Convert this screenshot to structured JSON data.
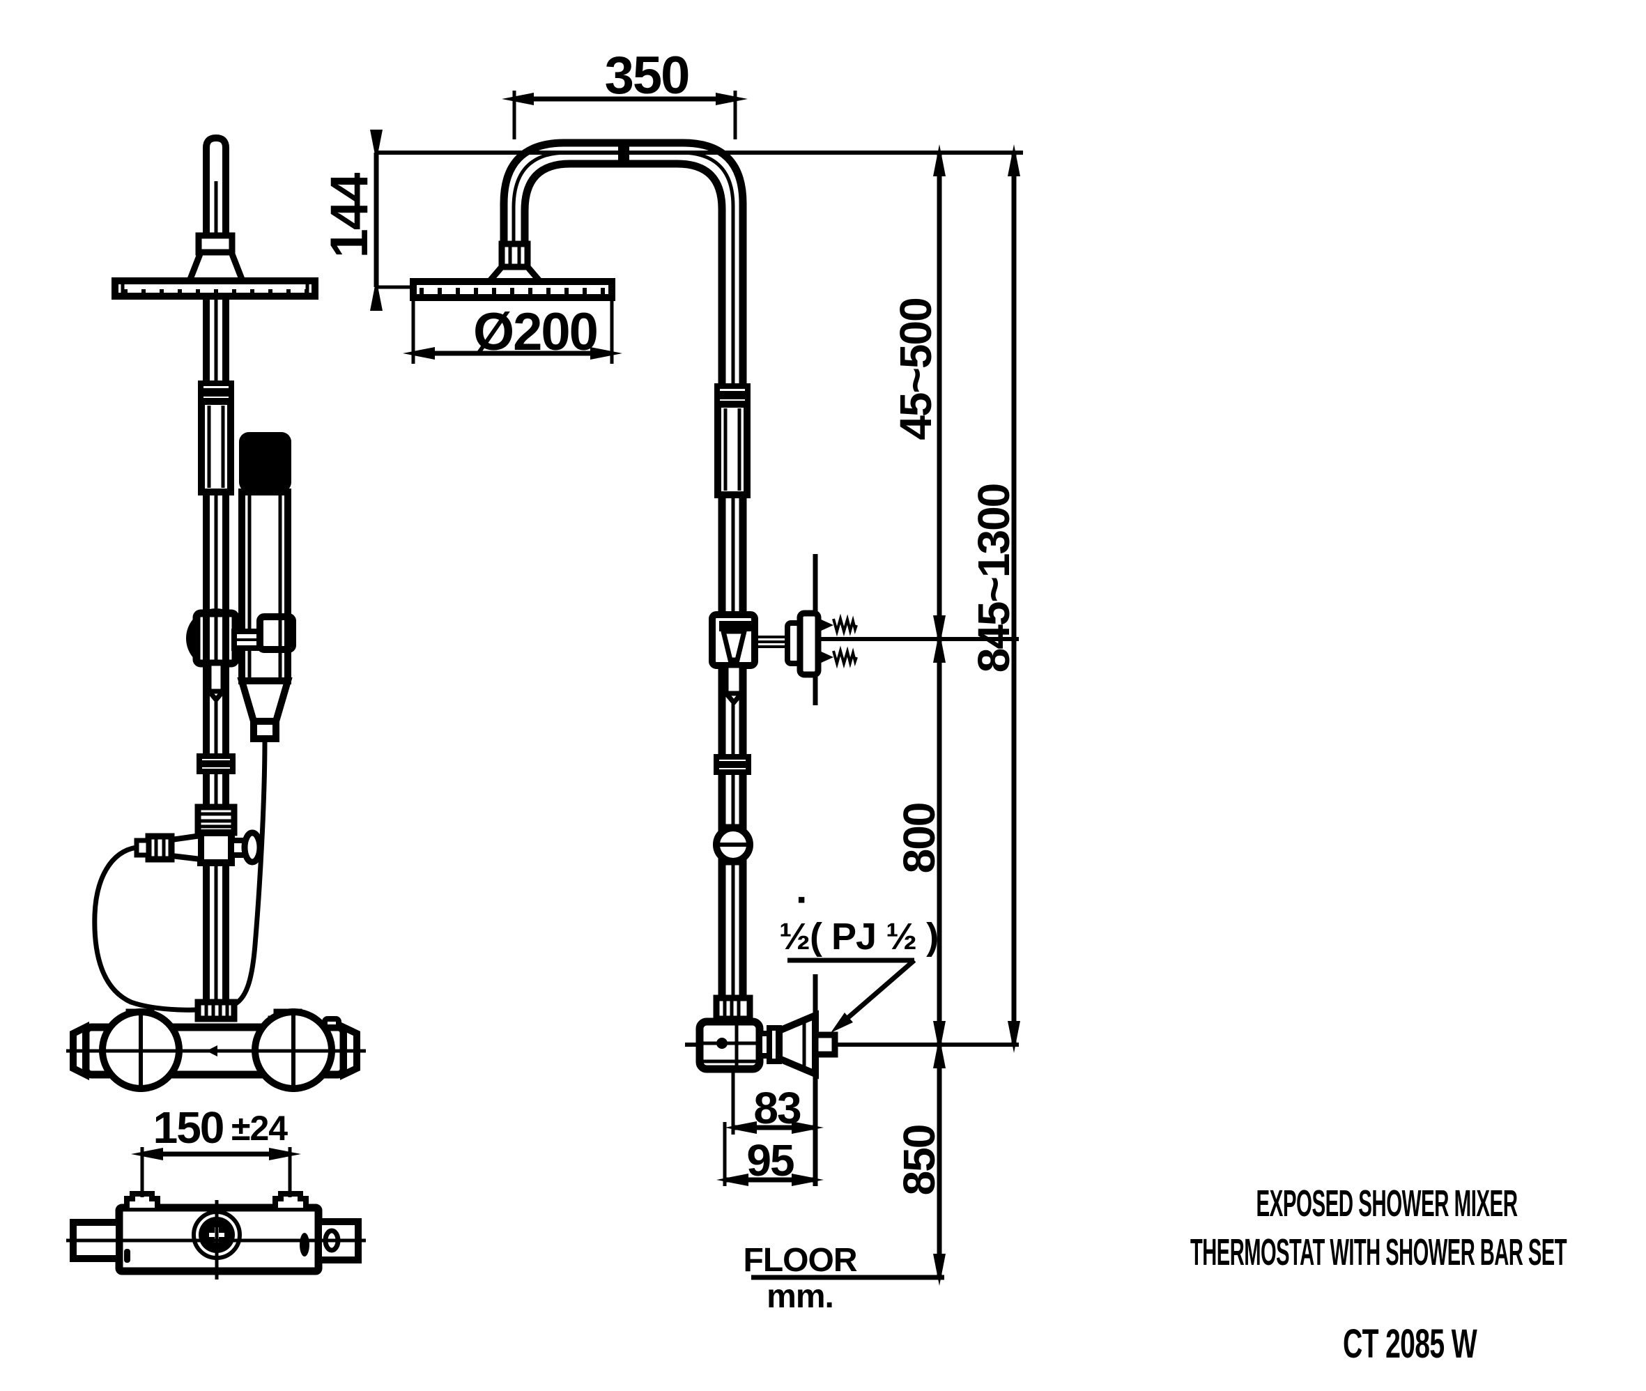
{
  "drawing": {
    "kind": "shower-set-installation-diagram",
    "product": {
      "title_line1": "EXPOSED SHOWER MIXER",
      "title_line2": "THERMOSTAT WITH SHOWER BAR SET",
      "model": "CT 2085 W"
    },
    "dimensions": {
      "arm_width": "350",
      "head_drop": "144",
      "head_diameter": "Ø200",
      "upper_adjust_range": "45~500",
      "overall_height_range": "845~1300",
      "bar_length": "800",
      "wall_to_axis": "83",
      "wall_to_face": "95",
      "mixer_height": "850",
      "inlet_spacing": "150",
      "inlet_tolerance": "±24",
      "thread_spec": "½( PJ ½ )",
      "inch_mark": "▪"
    },
    "labels": {
      "floor": "FLOOR",
      "units": "mm."
    },
    "colors": {
      "ink": "#000000",
      "paper": "#ffffff"
    }
  }
}
